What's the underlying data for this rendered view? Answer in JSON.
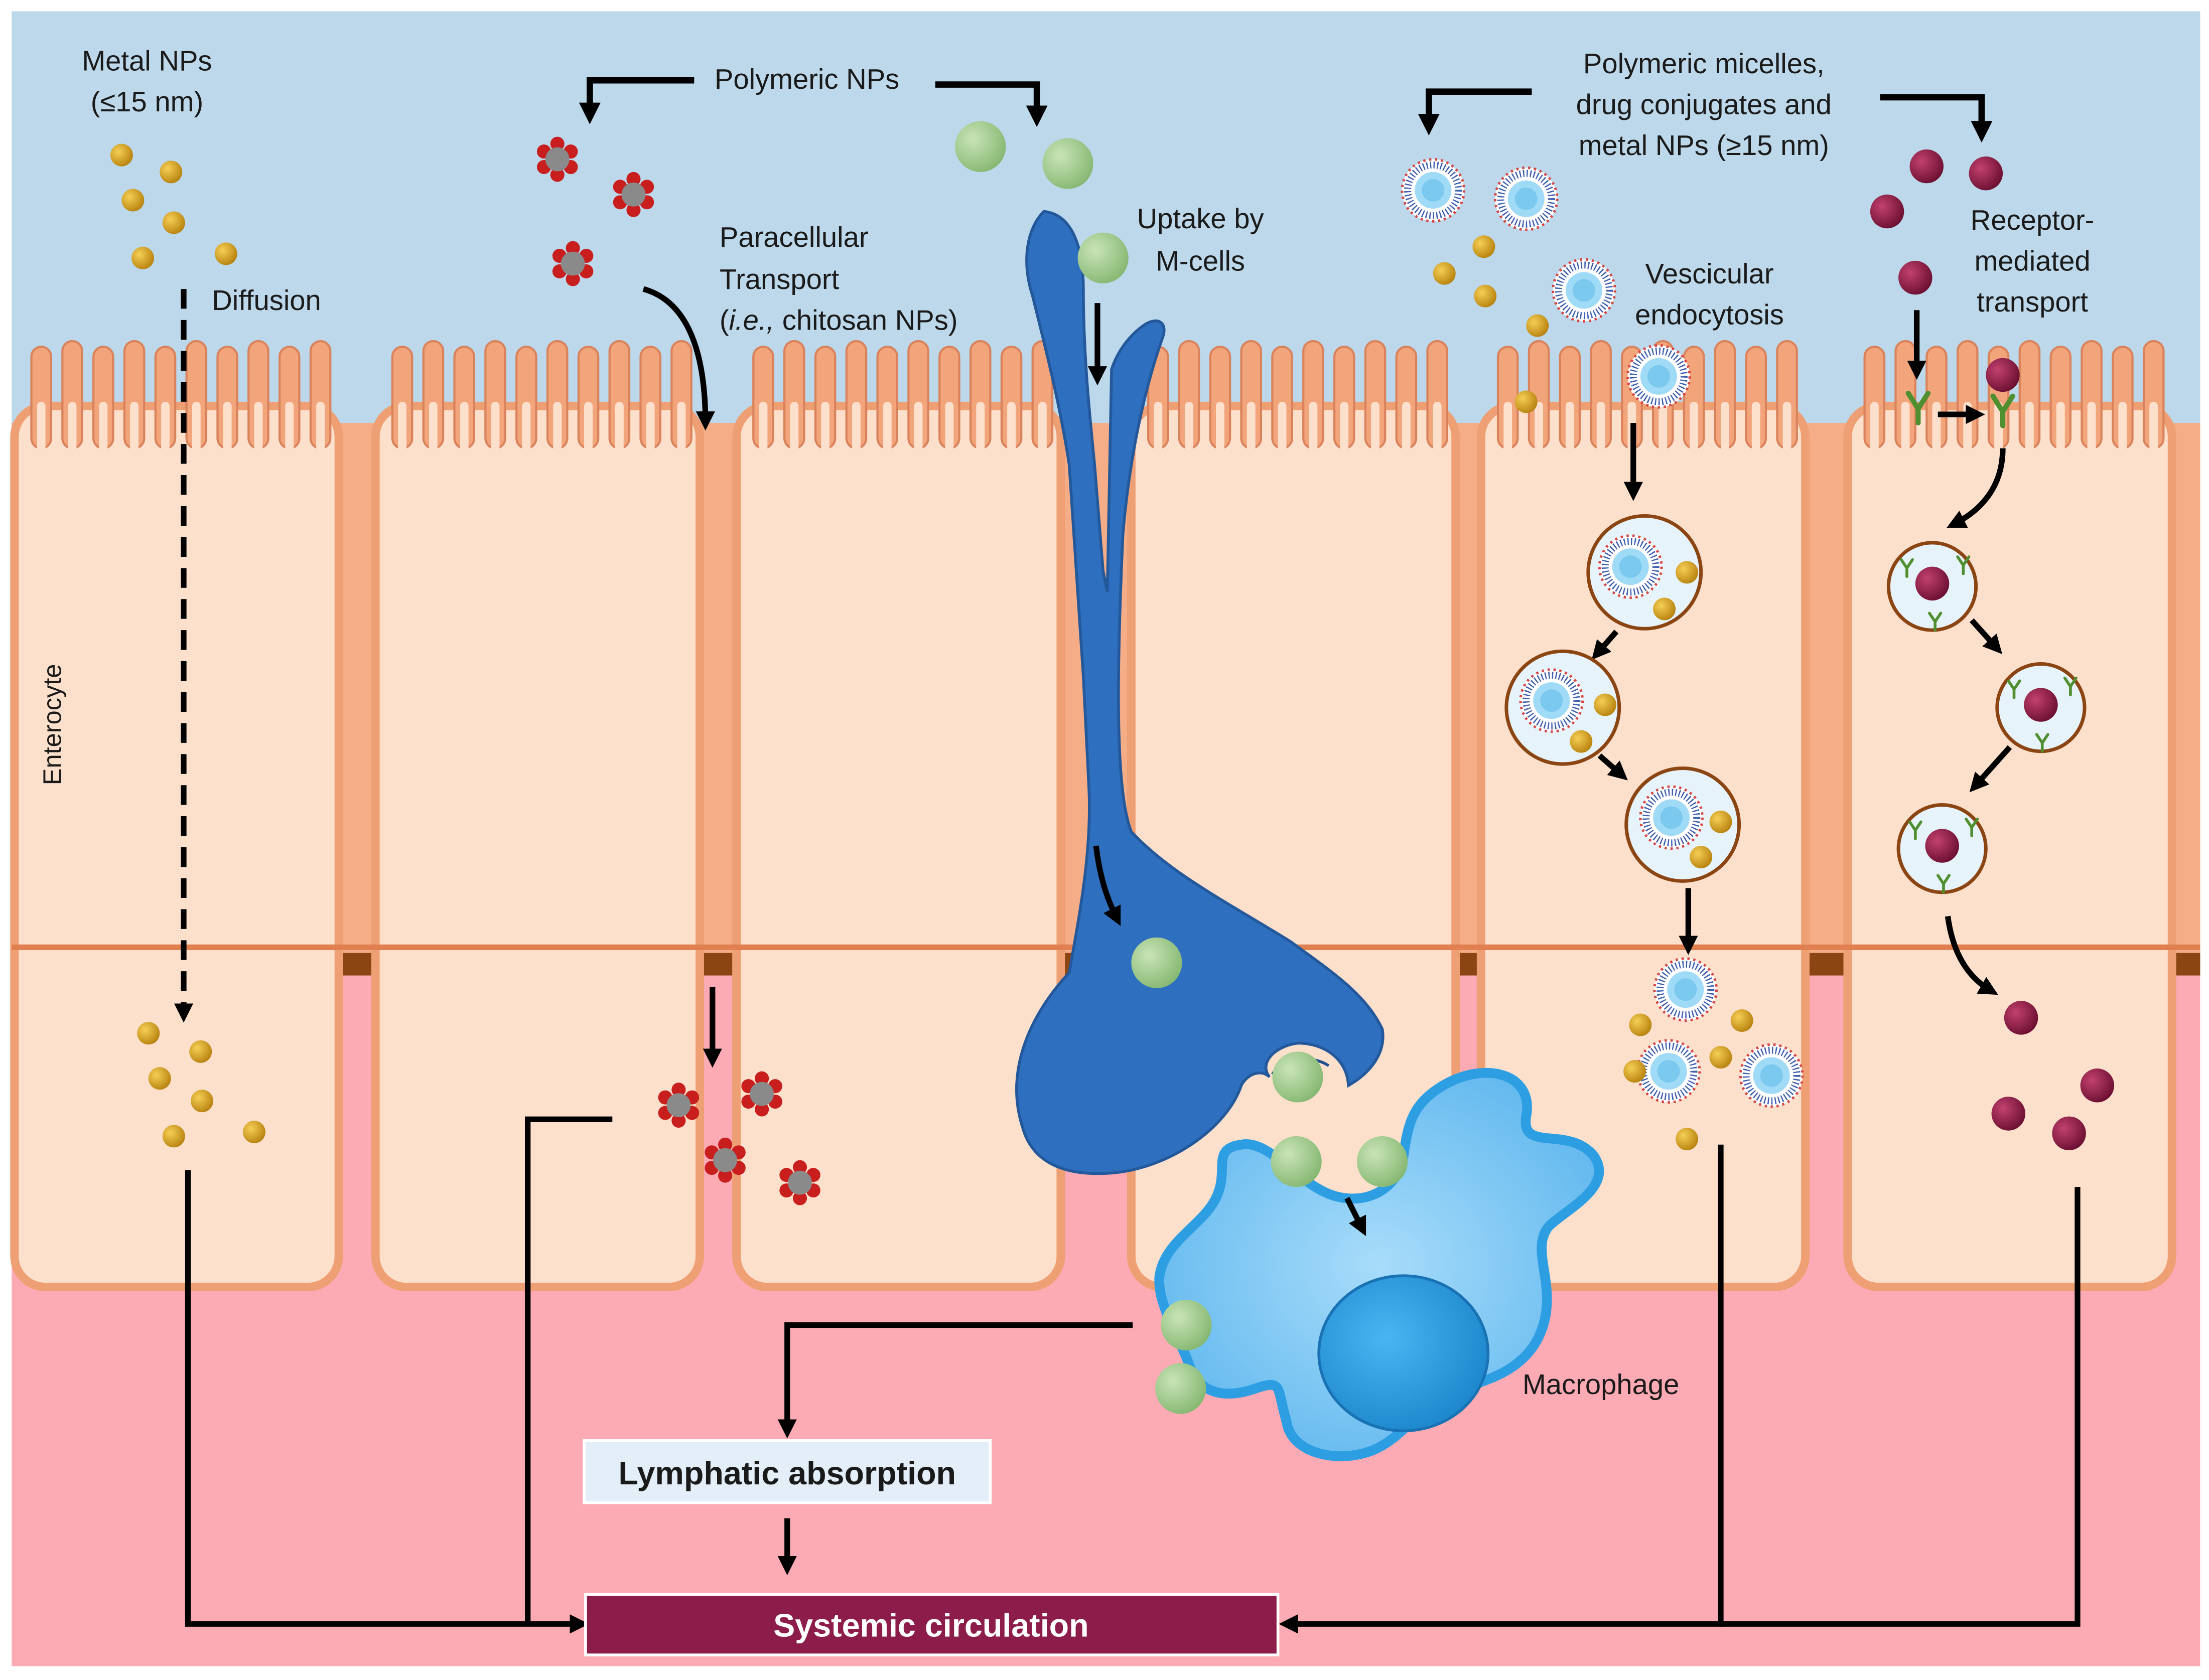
{
  "labels": {
    "metal_small_l1": "Metal NPs",
    "metal_small_l2": "(≤15 nm)",
    "diffusion": "Diffusion",
    "polymeric_nps": "Polymeric NPs",
    "paracellular_l1": "Paracellular",
    "paracellular_l2": "Transport",
    "paracellular_l3_italic": "i.e.,",
    "paracellular_l3_rest": " chitosan NPs)",
    "uptake_l1": "Uptake by",
    "uptake_l2": "M-cells",
    "micelles_l1": "Polymeric micelles,",
    "micelles_l2": "drug conjugates and",
    "micelles_l3": "metal NPs (≥15 nm)",
    "vesicular_l1": "Vescicular",
    "vesicular_l2": "endocytosis",
    "receptor_l1": "Receptor-",
    "receptor_l2": "mediated",
    "receptor_l3": "transport",
    "enterocyte": "Enterocyte",
    "macrophage": "Macrophage",
    "lymphatic": "Lymphatic absorption",
    "systemic": "Systemic circulation"
  },
  "colors": {
    "lumen": "#bcd8ea",
    "tissue": "#fcaab4",
    "cell_fill": "#fde0cc",
    "cell_edge": "#e8946a",
    "basement": "#8b4513",
    "m_cell": "#2f6fbf",
    "macrophage": "#8ecff5",
    "macrophage_nucleus": "#2aa3e8",
    "metal_np": "#d49a1a",
    "polymeric_np": "#9cc98a",
    "receptor_np": "#8b1a45",
    "receptor": "#4f8f2f",
    "systemic_box": "#8c1d4a",
    "lymphatic_box": "#e3eef8"
  },
  "icons": {
    "metal_np": "gold-sphere-icon",
    "polymeric_np": "green-sphere-icon",
    "chitosan_np": "red-petal-nanoparticle-icon",
    "micelle": "blue-spiked-micelle-icon",
    "receptor": "y-shaped-receptor-icon",
    "vesicle": "endosome-vesicle-icon"
  }
}
